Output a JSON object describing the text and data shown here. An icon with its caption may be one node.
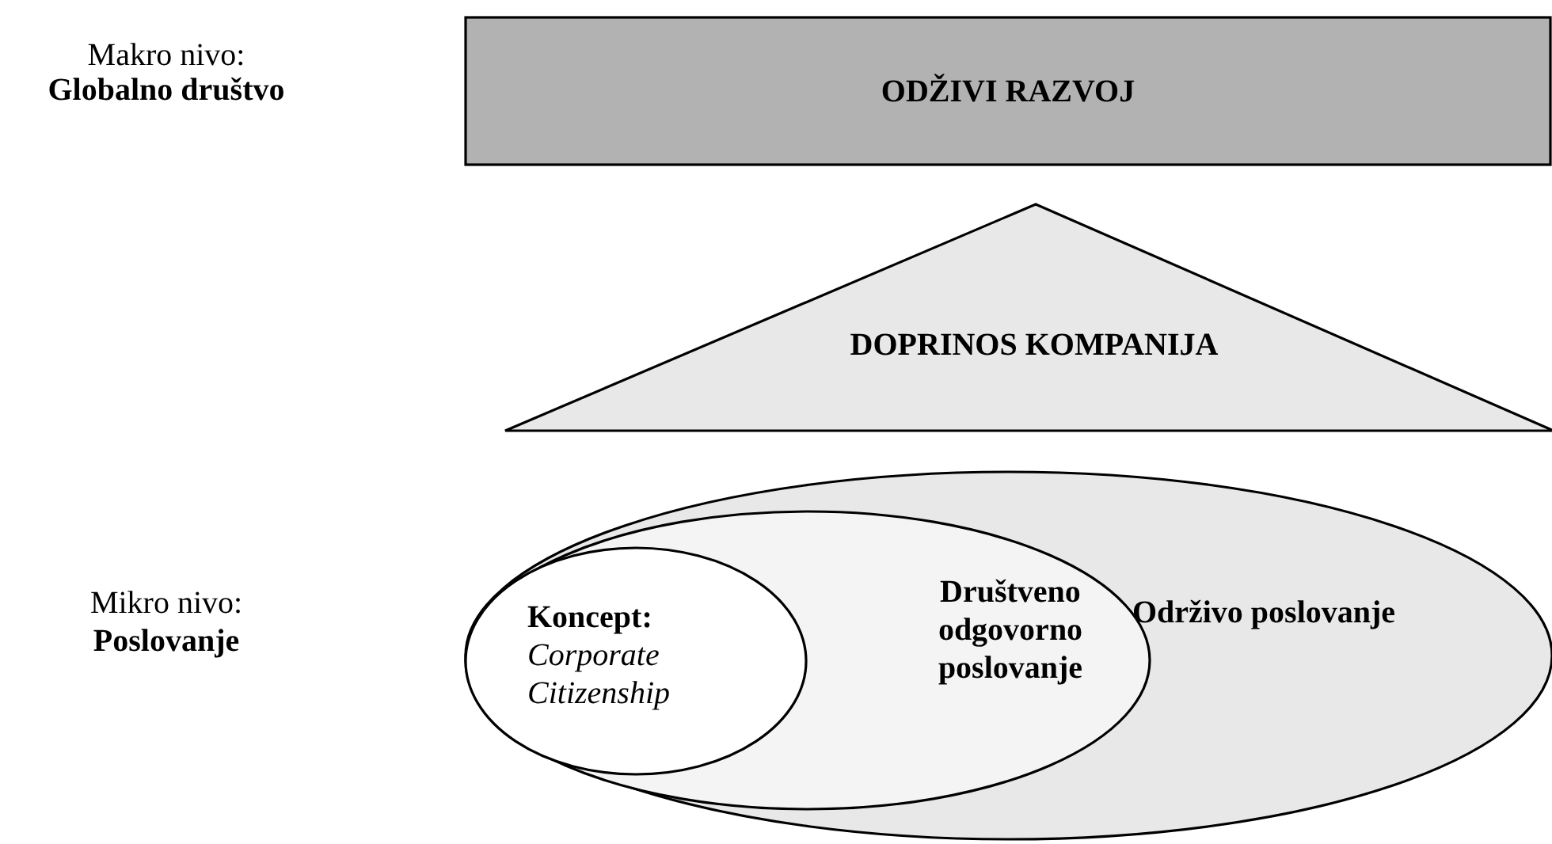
{
  "diagram": {
    "nodes": [
      {
        "text": [
          "ODŽIVI RAZVOJ"
        ]
      },
      {
        "text": [
          "DOPRINOS KOMPANIJA"
        ]
      },
      {
        "text": [
          "Održivo poslovanje"
        ]
      },
      {
        "text": [
          "Društveno odgovorno poslovanje"
        ],
        "in": 2
      },
      {
        "text": [
          "Koncept:",
          "Corporate Citizenship"
        ],
        "in": 3
      }
    ],
    "labels": [
      "Makro nivo:",
      "Globalno društvo",
      "Mikro nivo:",
      "Poslovanje"
    ]
  }
}
